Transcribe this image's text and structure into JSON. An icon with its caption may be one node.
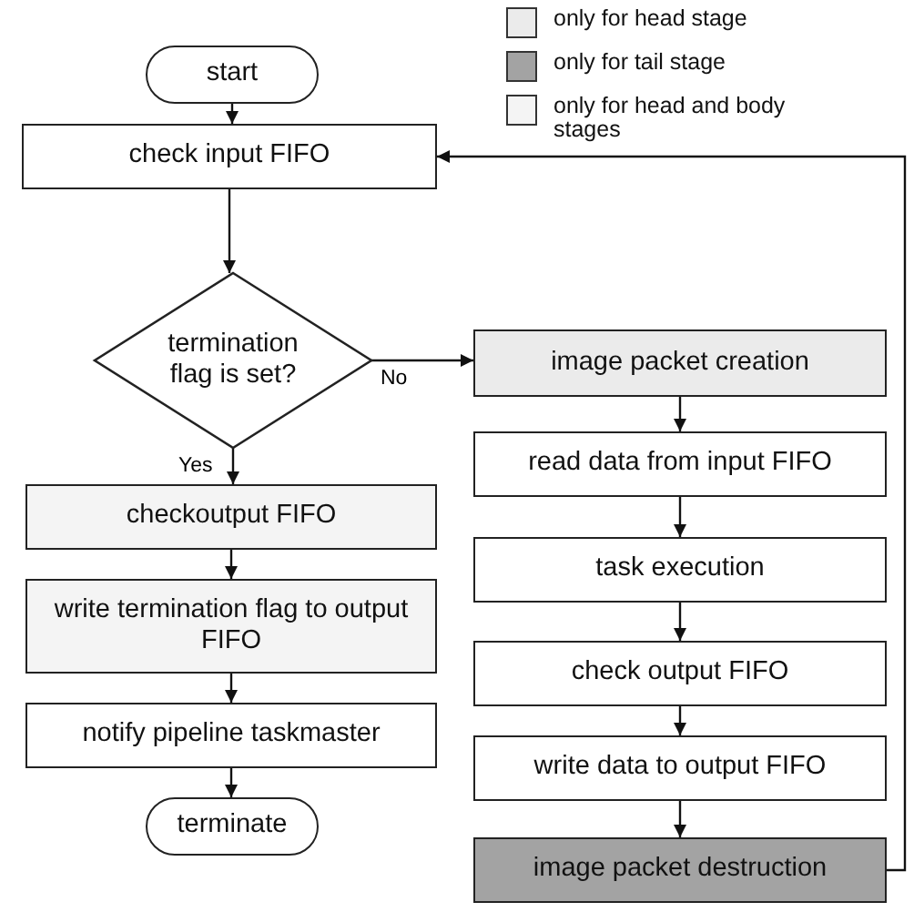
{
  "diagram": {
    "nodes": [
      {
        "text": [
          "start"
        ]
      },
      {
        "text": [
          "check input FIFO"
        ]
      },
      {
        "text": [
          "termination flag is set?"
        ]
      },
      {
        "text": [
          "checkoutput FIFO"
        ]
      },
      {
        "text": [
          "write termination flag to output FIFO"
        ]
      },
      {
        "text": [
          "notify pipeline taskmaster"
        ]
      },
      {
        "text": [
          "terminate"
        ]
      },
      {
        "text": [
          "image packet creation"
        ]
      },
      {
        "text": [
          "read data from input FIFO"
        ]
      },
      {
        "text": [
          "task execution"
        ]
      },
      {
        "text": [
          "check output FIFO"
        ]
      },
      {
        "text": [
          "write data to output FIFO"
        ]
      },
      {
        "text": [
          "image packet destruction"
        ]
      }
    ],
    "edges": [
      {
        "from": 0,
        "to": 1,
        "arrow": "to"
      },
      {
        "from": 1,
        "to": 2,
        "arrow": "to"
      },
      {
        "from": 2,
        "to": 7,
        "arrow": "to",
        "label": "No"
      },
      {
        "from": 2,
        "to": 3,
        "arrow": "to",
        "label": "Yes"
      },
      {
        "from": 3,
        "to": 4,
        "arrow": "to"
      },
      {
        "from": 4,
        "to": 5,
        "arrow": "to"
      },
      {
        "from": 5,
        "to": 6,
        "arrow": "to"
      },
      {
        "from": 7,
        "to": 8,
        "arrow": "to"
      },
      {
        "from": 8,
        "to": 9,
        "arrow": "to"
      },
      {
        "from": 9,
        "to": 10,
        "arrow": "to"
      },
      {
        "from": 10,
        "to": 11,
        "arrow": "to"
      },
      {
        "from": 11,
        "to": 12,
        "arrow": "to"
      },
      {
        "from": 12,
        "to": 1,
        "arrow": "to"
      }
    ],
    "legend": [
      {
        "text": "only for head stage",
        "color": "#ebebeb"
      },
      {
        "text": "only for tail stage",
        "color": "#a3a3a3"
      },
      {
        "text": "only for head and body stages",
        "color": "#f4f4f4"
      }
    ]
  }
}
